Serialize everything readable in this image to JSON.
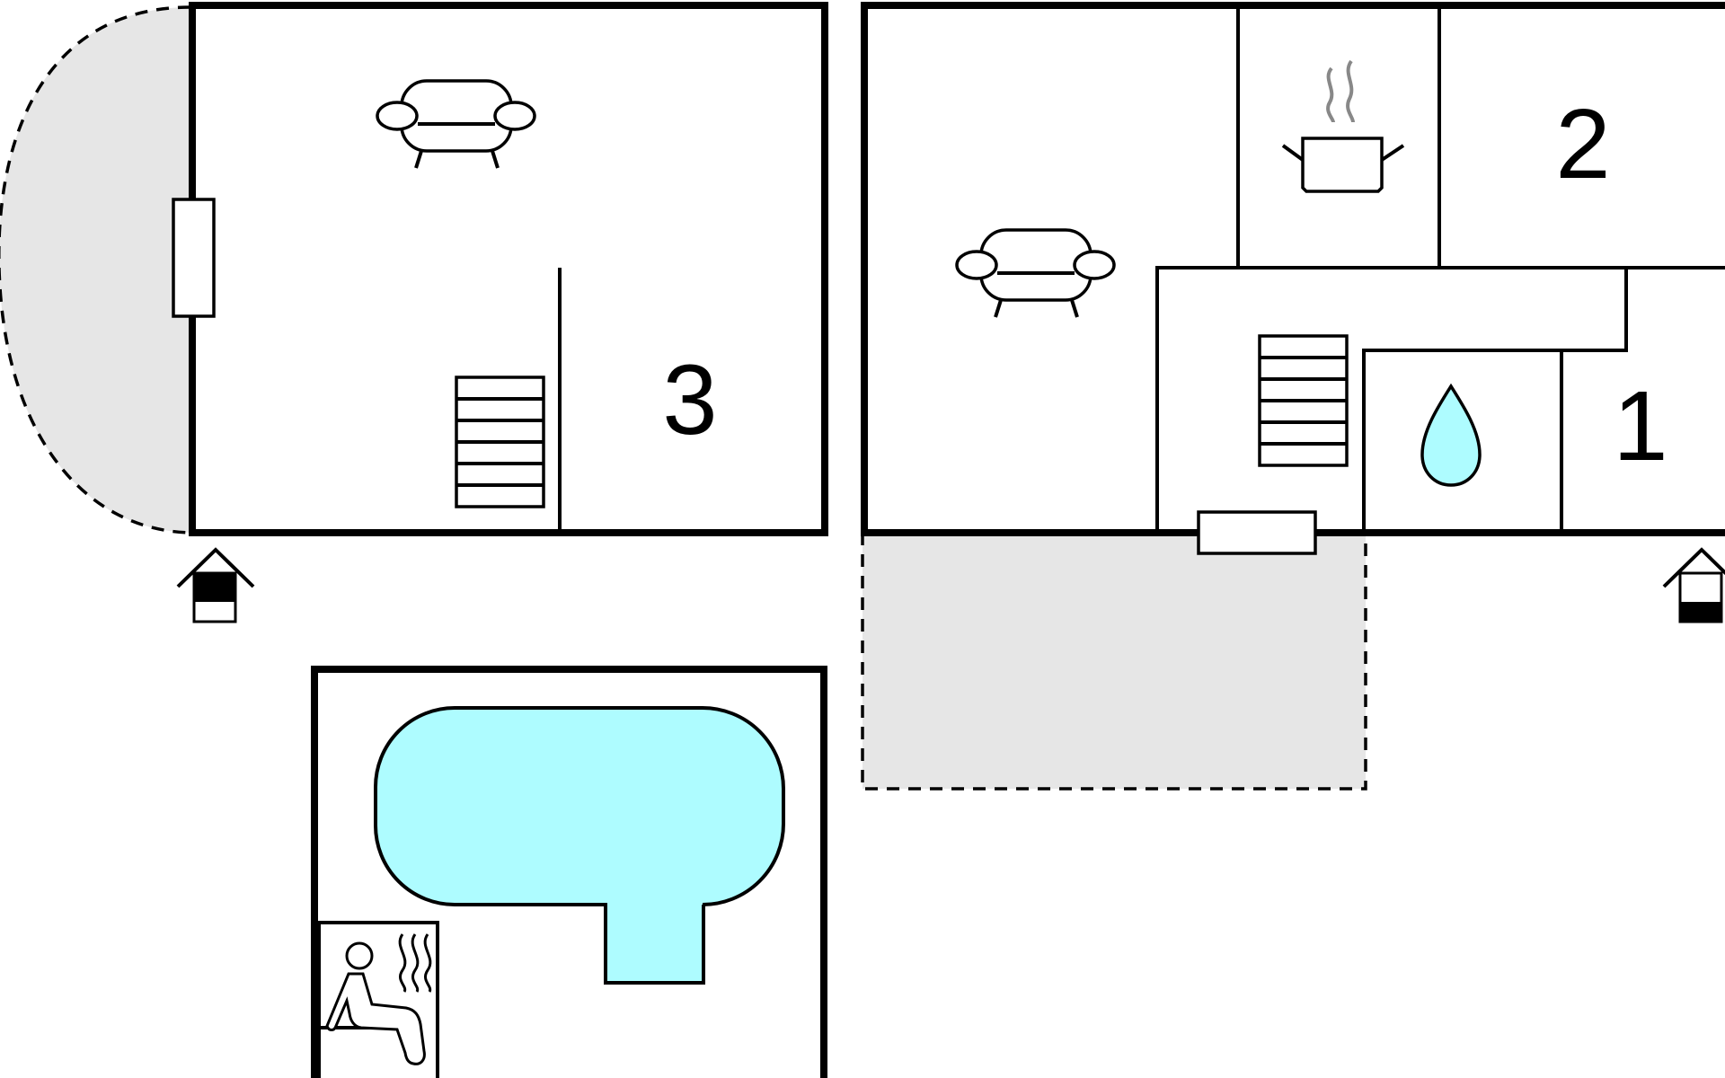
{
  "floorplan": {
    "rooms": {
      "room_1": {
        "label": "1"
      },
      "room_2": {
        "label": "2"
      },
      "room_3": {
        "label": "3"
      }
    },
    "icons": [
      "sofa-icon",
      "stairs-icon",
      "cooking-pot-icon",
      "water-drop-icon",
      "entrance-icon",
      "pool-icon",
      "sauna-icon"
    ],
    "colors": {
      "wall": "#000000",
      "terrace": "#e6e6e6",
      "water": "#aefcff",
      "steam": "#888888",
      "background": "#ffffff"
    }
  }
}
